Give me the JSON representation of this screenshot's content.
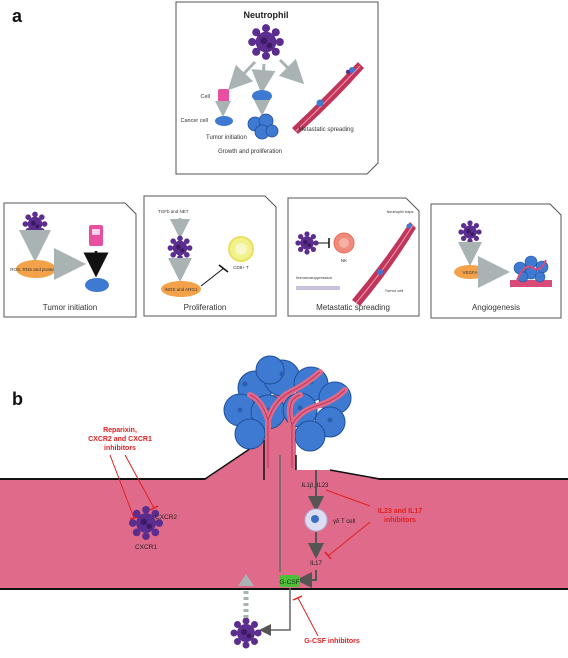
{
  "panel_a": {
    "label": "a",
    "top_box": {
      "title": "Neutrophil",
      "cell_label": "Cell",
      "cancer_cell_label": "Cancer cell",
      "tumor_initiation_label": "Tumor initiation",
      "growth_label": "Growth and proliferation",
      "metastatic_label": "Metastatic spreading"
    },
    "boxes": [
      {
        "title": "Tumor initiation",
        "labels": {
          "ros": "ROS, RNS and proteases"
        }
      },
      {
        "title": "Proliferation",
        "labels": {
          "tgf": "TGFb and NET",
          "inos": "iNOS and ARG1",
          "cd8": "CD8+ T"
        }
      },
      {
        "title": "Metastatic spreading",
        "labels": {
          "nk": "NK",
          "immunosuppression": "Immunosuppression",
          "neutrophil_traps": "Neutrophil traps",
          "tumor_cell": "Tumor cell"
        }
      },
      {
        "title": "Angiogenesis",
        "labels": {
          "vegfa": "VEGFA"
        }
      }
    ]
  },
  "panel_b": {
    "label": "b",
    "inhibitors_left": [
      "Reparixin,",
      "CXCR2 and CXCR1",
      "inhibitors"
    ],
    "cxcr2": "CXCR2",
    "cxcr1": "CXCR1",
    "il1b_il23": "IL1β, IL23",
    "gd_t_cell": "γδ T cell",
    "il23_il17_inhibitors": [
      "IL23 and IL17",
      "inhibitors"
    ],
    "il17": "IL17",
    "gcsf": "G-CSF",
    "gcsf_inhibitors": "G-CSF inhibitors"
  },
  "colors": {
    "neutrophil": "#5b2d8e",
    "tumor": "#3e7ad1",
    "vessel": "#e06a8a",
    "inhibitor_text": "#e02020",
    "gcsf_box": "#4fbf3a",
    "box_border": "#555555"
  }
}
